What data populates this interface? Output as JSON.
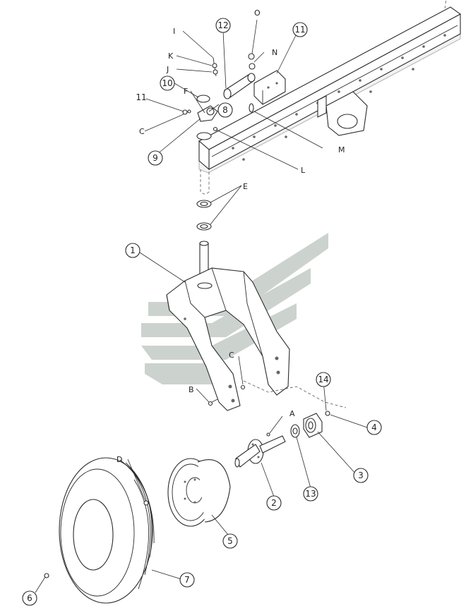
{
  "callouts": {
    "c1": "1",
    "c2": "2",
    "c3": "3",
    "c4": "4",
    "c5": "5",
    "c6": "6",
    "c7": "7",
    "c8": "8",
    "c9": "9",
    "c10": "10",
    "c11a": "11",
    "c11b": "11",
    "c12": "12",
    "c13": "13",
    "c14": "14"
  },
  "letters": {
    "A": "A",
    "B": "B",
    "C_left": "C",
    "C_arm": "C",
    "D": "D",
    "E": "E",
    "F": "F",
    "I": "I",
    "J": "J",
    "K": "K",
    "L": "L",
    "M": "M",
    "N": "N",
    "O": "O"
  },
  "watermark_color": "#bcc3bd",
  "line_color": "#2b2b2b"
}
